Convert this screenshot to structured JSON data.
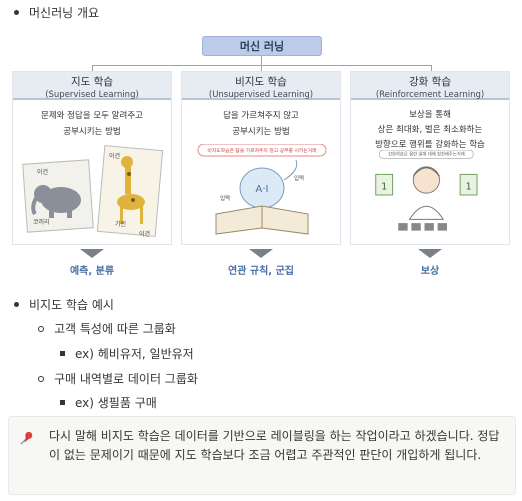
{
  "top_bullet": "머신러닝 개요",
  "diagram": {
    "title": "머신 러닝",
    "columns": [
      {
        "title": "지도 학습",
        "subtitle": "(Supervised Learning)",
        "desc": "문제와 정답을 모두 알려주고\n공부시키는 방법",
        "illus_labels": [
          "이건",
          "코끼리",
          "이건",
          "기린",
          "이건"
        ],
        "outcome": "예측, 분류"
      },
      {
        "title": "비지도 학습",
        "subtitle": "(Unsupervised Learning)",
        "desc": "답을 가르쳐주지 않고\n공부시키는 방법",
        "note": "비지도학습은 답을 가르쳐주지 않고 공부를 시키는거래",
        "illus_labels": [
          "A·I",
          "입력",
          "입력"
        ],
        "outcome": "연관 규칙, 군집"
      },
      {
        "title": "강화 학습",
        "subtitle": "(Reinforcement Learning)",
        "desc": "보상을 통해\n상은 최대화, 벌은 최소화하는\n방향으로 행위를 강화하는 학습",
        "note": "강화학습은 잘한 일에 대해 칭찬해주는거래",
        "illus_labels": [
          "1",
          "1"
        ],
        "outcome": "보상"
      }
    ]
  },
  "list": [
    {
      "level": 1,
      "text": "비지도 학습 예시"
    },
    {
      "level": 2,
      "text": "고객 특성에 따른 그룹화"
    },
    {
      "level": 3,
      "text": "ex) 헤비유저, 일반유저"
    },
    {
      "level": 2,
      "text": "구매 내역별로 데이터 그룹화"
    },
    {
      "level": 3,
      "text": "ex) 생필품 구매"
    }
  ],
  "callout": {
    "icon": "pushpin-icon",
    "text": "다시 말해 비지도 학습은 데이터를 기반으로 레이블링을 하는 작업이라고 하겠습니다. 정답이 없는 문제이기 때문에 지도 학습보다 조금 어렵고 주관적인 판단이 개입하게 됩니다."
  },
  "colors": {
    "title_box": "#bccbe8",
    "column_header": "#e7ebf2",
    "outcome_text": "#4a6fa5",
    "callout_bg": "#f7f7f5",
    "pin": "#e03e3e"
  }
}
